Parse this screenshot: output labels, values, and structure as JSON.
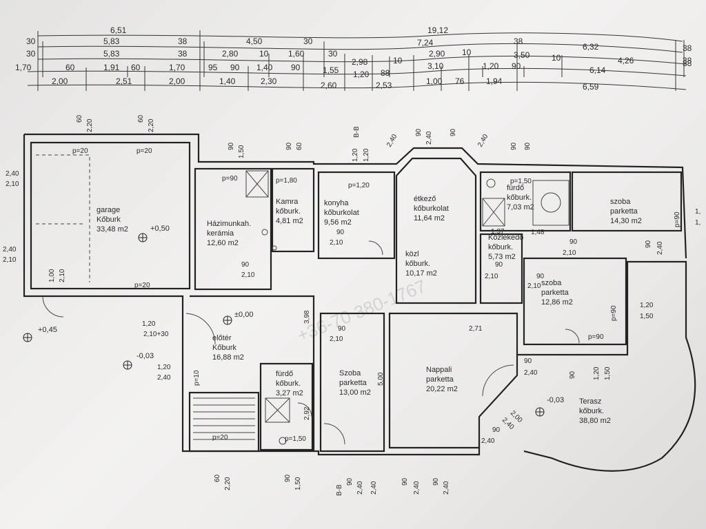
{
  "watermark": "+36-70 380-1767",
  "dim_rows": [
    [
      "6,51",
      "19,12"
    ],
    [
      "30",
      "5,83",
      "38",
      "4,50",
      "30",
      "7,24",
      "38",
      "6,32",
      "38"
    ],
    [
      "30",
      "5,83",
      "38",
      "2,80",
      "10",
      "1,60",
      "30",
      "2,98",
      "10",
      "2,90",
      "10",
      "3,50",
      "10",
      "4,26",
      "38"
    ],
    [
      "1,70",
      "60",
      "1,91",
      "60",
      "1,70",
      "95",
      "90",
      "1,40",
      "90",
      "1,55",
      "1,20",
      "88",
      "3,10",
      "1,20",
      "90",
      "6,14",
      "38"
    ],
    [
      "2,00",
      "2,51",
      "2,00",
      "1,40",
      "2,30",
      "2,60",
      "2,53",
      "1,00",
      "76",
      "1,94",
      "6,59"
    ]
  ],
  "rooms": {
    "garage": [
      "garage",
      "Kőburk",
      "33,48 m2"
    ],
    "hazimunka": [
      "Házimunkah.",
      "kerámia",
      "12,60 m2"
    ],
    "kamra": [
      "Kamra",
      "kőburk.",
      "4,81 m2"
    ],
    "konyha": [
      "konyha",
      "kőburkolat",
      "9,56 m2"
    ],
    "etkezo": [
      "étkező",
      "kőburkolat",
      "11,64 m2"
    ],
    "furdo1": [
      "fürdő",
      "kőburk.",
      "7,03 m2"
    ],
    "szoba1": [
      "szoba",
      "parketta",
      "14,30 m2"
    ],
    "kozlekedo": [
      "Közlekedő",
      "kőburk.",
      "5,73 m2"
    ],
    "kozl": [
      "közl",
      "kőburk.",
      "10,17 m2"
    ],
    "szoba2": [
      "szoba",
      "parketta",
      "12,86 m2"
    ],
    "eloter": [
      "előtér",
      "Kőburk",
      "16,88 m2"
    ],
    "furdo2": [
      "fürdő",
      "kőburk.",
      "3,27 m2"
    ],
    "szoba3": [
      "Szoba",
      "parketta",
      "13,00 m2"
    ],
    "nappali": [
      "Nappali",
      "parketta",
      "20,22 m2"
    ],
    "terasz": [
      "Terasz",
      "kőburk.",
      "38,80 m2"
    ]
  },
  "levels": [
    "+0,50",
    "±0,00",
    "+0,45",
    "-0,03",
    "-0,03"
  ],
  "labels": {
    "p20": "p=20",
    "p90": "p=90",
    "p180": "p=1,80",
    "p120": "p=1,20",
    "p150": "p=1,50",
    "p10": "p=10",
    "bb": "B-B",
    "d240_210a": "2,40",
    "d240_210b": "2,10",
    "d240_210c": "2,40",
    "d240_210d": "2,10",
    "d100": "1,00",
    "d210v": "2,10",
    "d120_240a": "1,20",
    "d120_240b": "2,40",
    "d120_210": "1,20",
    "d210_30": "2,10+30",
    "d90_210a": "90",
    "d90_210b": "2,10",
    "d90_210c": "90",
    "d90_210d": "2,10",
    "d90_210e": "90",
    "d90_210f": "2,10",
    "d90_210g": "90",
    "d90_210h": "2,10",
    "d90_210i": "90",
    "d90_210j": "2,10",
    "d90_210k": "90",
    "d90_210l": "2,10",
    "d90_240a": "90",
    "d90_240b": "2,40",
    "d90_240c": "90",
    "d90_240d": "2,40",
    "d120_150a": "1,20",
    "d120_150b": "1,50",
    "d137": "1,37",
    "d148": "1,48",
    "d271": "2,71",
    "d500": "5,00",
    "d398": "3,98",
    "d292": "2,92",
    "d200": "2,00",
    "d240r": "2,40",
    "top60a": "60",
    "top220a": "2,20",
    "top60b": "60",
    "top220b": "2,20",
    "top90a": "90",
    "top150a": "1,50",
    "top90b": "90",
    "top60c": "60",
    "top120a": "1,20",
    "top120b": "1,20",
    "top240a": "2,40",
    "top90c": "90",
    "top240b": "2,40",
    "top90d": "90",
    "top240c": "2,40",
    "top90e": "90",
    "top90f": "90",
    "bot60": "60",
    "bot220": "2,20",
    "bot90a": "90",
    "bot150": "1,50",
    "bot90b": "90",
    "bot240a": "2,40",
    "bot240b": "2,40",
    "bot90c": "90",
    "bot240c": "2,40",
    "bot90d": "90",
    "bot240d": "2,40",
    "r90a": "90",
    "r240a": "2,40",
    "r90b": "90",
    "r120": "1,20",
    "r150": "1,50",
    "r10a": "1,",
    "r10b": "1,"
  }
}
